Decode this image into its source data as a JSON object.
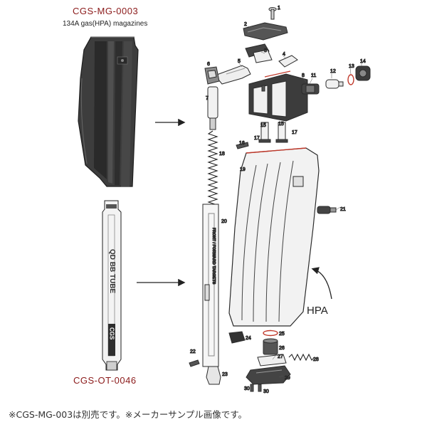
{
  "magazine": {
    "model": "CGS-MG-0003",
    "caption": "134A gas(HPA) magazines"
  },
  "tube": {
    "model": "CGS-OT-0046",
    "printed_text": "QD BB TUBE",
    "logo_text": "CGS"
  },
  "diagram": {
    "hpa_label": "HPA",
    "rail_text": "FRONT / FORWARD TARGETS",
    "colors": {
      "caption_red": "#8b1a1a",
      "accent_red": "#c0392b",
      "line": "#2b2b2b"
    },
    "part_numbers": [
      "1",
      "2",
      "3",
      "4",
      "5",
      "6",
      "7",
      "8",
      "11",
      "12",
      "13",
      "14",
      "15",
      "15",
      "16",
      "17",
      "17",
      "18",
      "19",
      "20",
      "21",
      "22",
      "23",
      "24",
      "25",
      "26",
      "27",
      "28",
      "29",
      "30",
      "30"
    ]
  },
  "footer": {
    "note": "※CGS-MG-003は別売です。※メーカーサンプル画像です。"
  }
}
